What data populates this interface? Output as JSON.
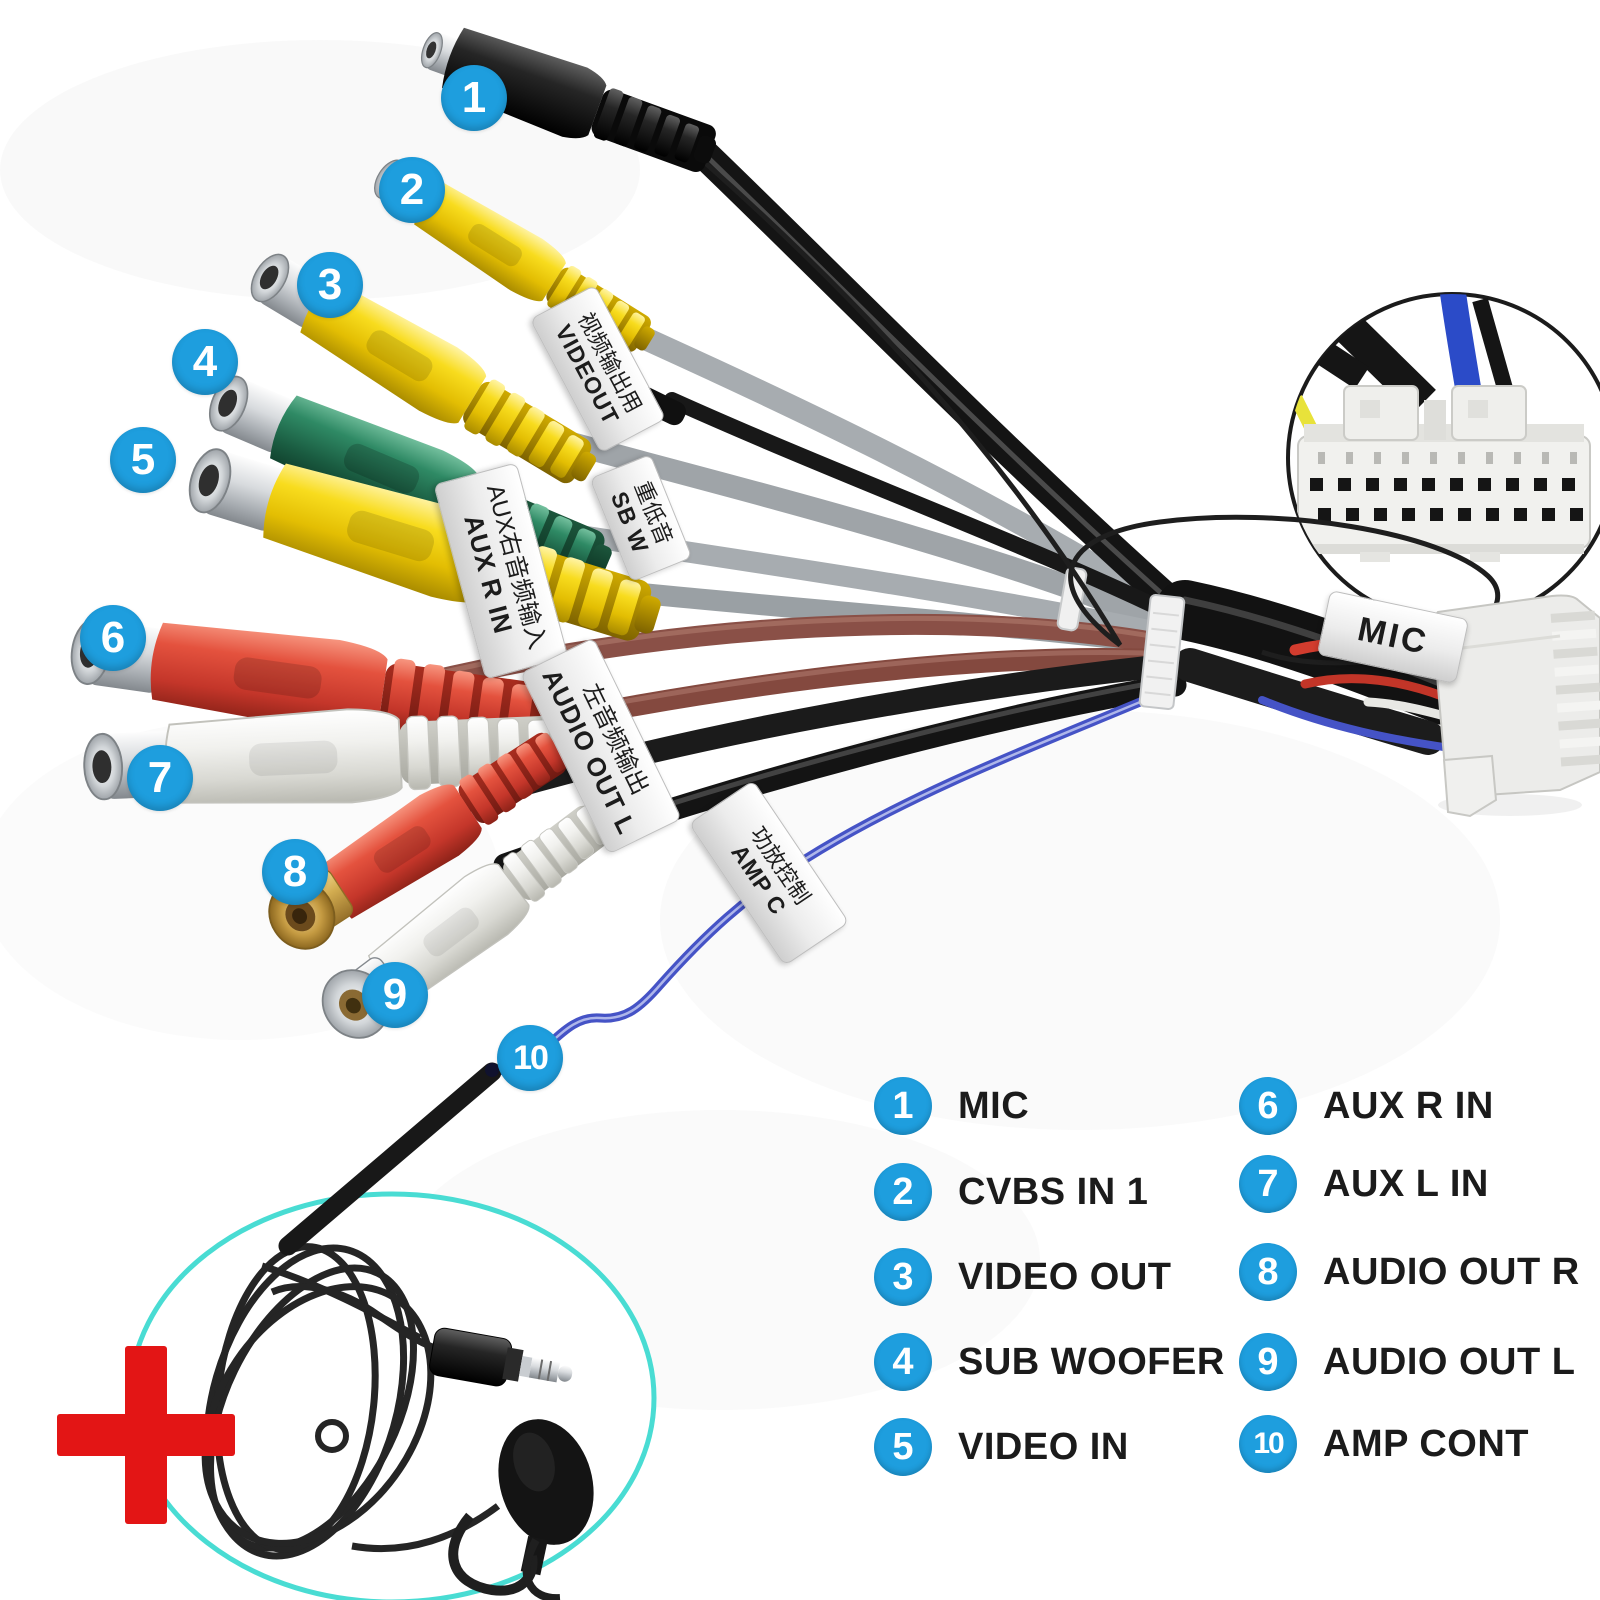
{
  "title": "Car stereo RCA output wiring harness diagram with microphone",
  "colors": {
    "callout_blue": "#1E9EDE",
    "plus_red": "#E31515",
    "ellipse_cyan": "#49DCD3",
    "rca_yellow": "#E7C303",
    "rca_green": "#2F8A65",
    "rca_red": "#E4523E",
    "rca_white": "#F1F1EE",
    "cable_gray": "#A7ACB0",
    "cable_brown": "#8A5047",
    "cable_black": "#161616",
    "wire_blue": "#4553C6"
  },
  "callouts": [
    {
      "number": "1"
    },
    {
      "number": "2"
    },
    {
      "number": "3"
    },
    {
      "number": "4"
    },
    {
      "number": "5"
    },
    {
      "number": "6"
    },
    {
      "number": "7"
    },
    {
      "number": "8"
    },
    {
      "number": "9"
    },
    {
      "number": "10"
    }
  ],
  "legend": {
    "items": [
      {
        "number": "1",
        "label": "MIC"
      },
      {
        "number": "2",
        "label": "CVBS IN 1"
      },
      {
        "number": "3",
        "label": "VIDEO OUT"
      },
      {
        "number": "4",
        "label": "SUB WOOFER"
      },
      {
        "number": "5",
        "label": "VIDEO IN"
      },
      {
        "number": "6",
        "label": "AUX R IN"
      },
      {
        "number": "7",
        "label": "AUX L IN"
      },
      {
        "number": "8",
        "label": "AUDIO OUT R"
      },
      {
        "number": "9",
        "label": "AUDIO OUT L"
      },
      {
        "number": "10",
        "label": "AMP CONT"
      }
    ]
  },
  "cable_tags": [
    {
      "id": "video-out",
      "cn": "视频输出用",
      "en": "VIDEOUT"
    },
    {
      "id": "sub-woofer",
      "cn": "重低音",
      "en": "SB W"
    },
    {
      "id": "aux-r-in",
      "cn": "AUX右音频输入",
      "en": "AUX R IN"
    },
    {
      "id": "audio-out-l",
      "cn": "左音频输出",
      "en": "AUDIO OUT L"
    },
    {
      "id": "amp-cont",
      "cn": "功放控制",
      "en": "AMP C"
    },
    {
      "id": "mic",
      "cn": "",
      "en": "MIC"
    }
  ],
  "icons": {
    "plus_icon": "+"
  }
}
